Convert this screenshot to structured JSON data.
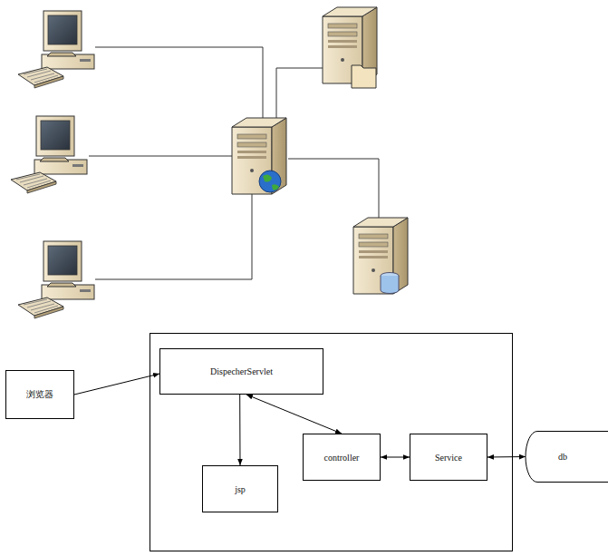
{
  "diagram": {
    "nodes": [
      {
        "text": [
          "浏览器"
        ]
      },
      {
        "text": [
          "DispecherServlet"
        ]
      },
      {
        "text": [
          "jsp"
        ]
      },
      {
        "text": [
          "controller"
        ]
      },
      {
        "text": [
          "Service"
        ]
      },
      {
        "text": [
          "db"
        ]
      }
    ],
    "edges": [
      {
        "from": 0,
        "to": 1,
        "arrow": "to"
      },
      {
        "from": 1,
        "to": 2,
        "arrow": "to"
      },
      {
        "from": 1,
        "to": 3,
        "arrow": "both"
      },
      {
        "from": 3,
        "to": 4,
        "arrow": "both"
      },
      {
        "from": 4,
        "to": 5,
        "arrow": "both"
      }
    ]
  }
}
